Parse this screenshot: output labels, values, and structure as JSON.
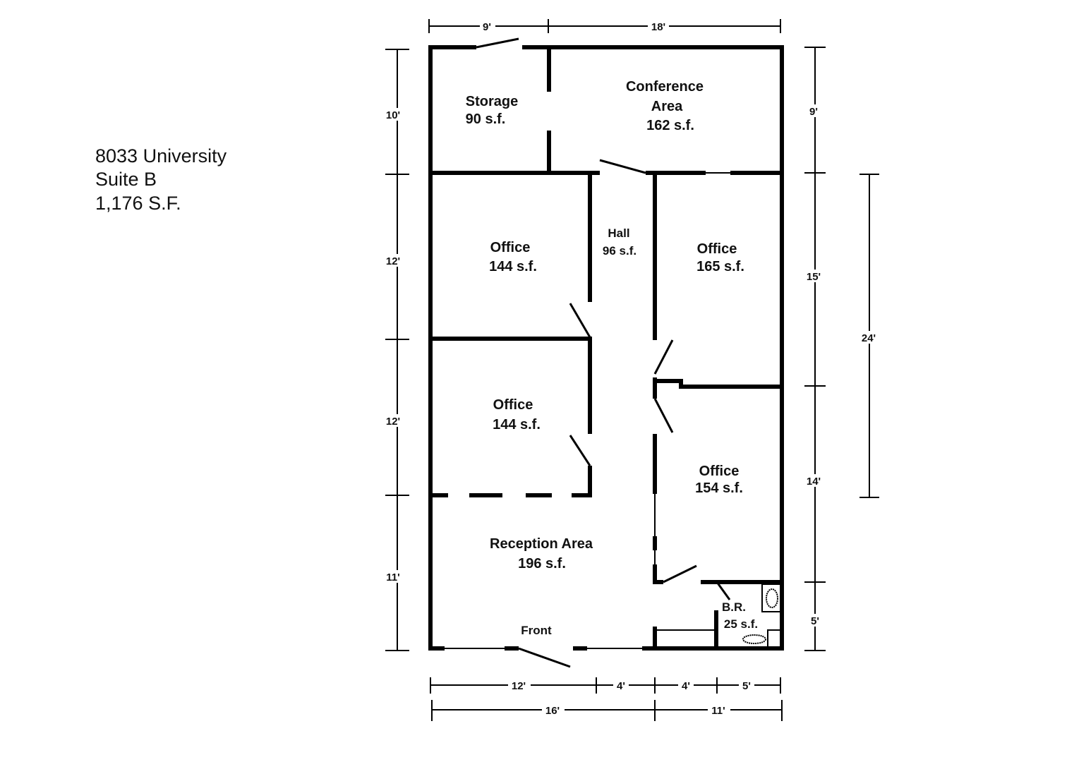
{
  "property": {
    "address": "8033 University",
    "suite": "Suite B",
    "area": "1,176 S.F."
  },
  "rooms": {
    "storage": {
      "name": "Storage",
      "area": "90 s.f."
    },
    "conference": {
      "name1": "Conference",
      "name2": "Area",
      "area": "162 s.f."
    },
    "hall": {
      "name": "Hall",
      "area": "96 s.f."
    },
    "office_nw": {
      "name": "Office",
      "area": "144 s.f."
    },
    "office_ne": {
      "name": "Office",
      "area": "165 s.f."
    },
    "office_w": {
      "name": "Office",
      "area": "144 s.f."
    },
    "office_e": {
      "name": "Office",
      "area": "154 s.f."
    },
    "reception": {
      "name": "Reception Area",
      "area": "196 s.f."
    },
    "bathroom": {
      "name": "B.R.",
      "area": "25 s.f."
    },
    "front": "Front"
  },
  "dimensions": {
    "top": [
      "9'",
      "18'"
    ],
    "left": [
      "10'",
      "12'",
      "12'",
      "11'"
    ],
    "right": [
      "9'",
      "15'",
      "14'",
      "5'"
    ],
    "far_right": "24'",
    "bottom_row1": [
      "12'",
      "4'",
      "4'",
      "5'"
    ],
    "bottom_row2": [
      "16'",
      "11'"
    ]
  }
}
